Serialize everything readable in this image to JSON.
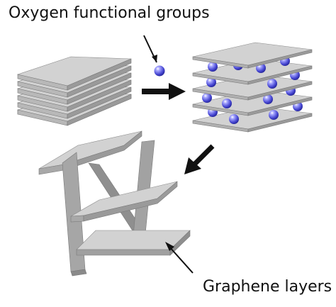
{
  "labels": {
    "oxygen_groups": "Oxygen functional groups",
    "graphene_layers": "Graphene layers"
  },
  "colors": {
    "sheet_top": "#d2d2d2",
    "sheet_side": "#9a9a9a",
    "sheet_edge": "#8a8a8a",
    "sphere": "#5b5bd8",
    "arrow": "#111111"
  },
  "stacks": {
    "pristine_graphite_layers": 6,
    "graphite_oxide_layers": 5
  }
}
